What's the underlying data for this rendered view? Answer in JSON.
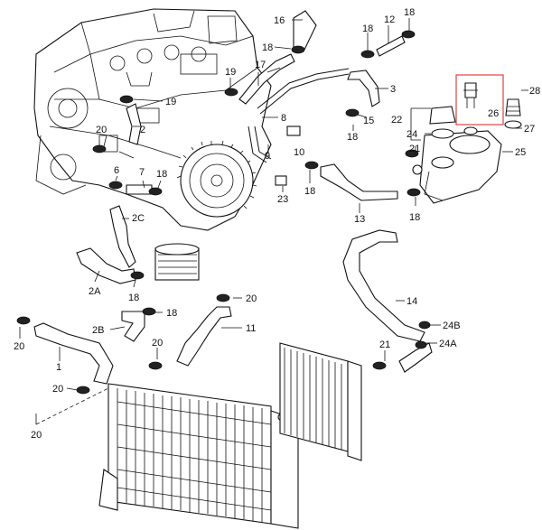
{
  "diagram": {
    "callouts": [
      {
        "id": "c1",
        "text": "16"
      },
      {
        "id": "c2",
        "text": "18"
      },
      {
        "id": "c3",
        "text": "18"
      },
      {
        "id": "c4",
        "text": "12"
      },
      {
        "id": "c5",
        "text": "18"
      },
      {
        "id": "c6",
        "text": "19"
      },
      {
        "id": "c7",
        "text": "17"
      },
      {
        "id": "c8",
        "text": "19"
      },
      {
        "id": "c9",
        "text": "3"
      },
      {
        "id": "c10",
        "text": "8"
      },
      {
        "id": "c11",
        "text": "15"
      },
      {
        "id": "c12",
        "text": "18"
      },
      {
        "id": "c13",
        "text": "20"
      },
      {
        "id": "c14",
        "text": "2"
      },
      {
        "id": "c15",
        "text": "10"
      },
      {
        "id": "c16",
        "text": "9"
      },
      {
        "id": "c17",
        "text": "7"
      },
      {
        "id": "c18",
        "text": "6"
      },
      {
        "id": "c19",
        "text": "18"
      },
      {
        "id": "c20",
        "text": "23"
      },
      {
        "id": "c21",
        "text": "18"
      },
      {
        "id": "c22",
        "text": "2C"
      },
      {
        "id": "c23",
        "text": "13"
      },
      {
        "id": "c24",
        "text": "2A"
      },
      {
        "id": "c25",
        "text": "18"
      },
      {
        "id": "c26",
        "text": "20"
      },
      {
        "id": "c27",
        "text": "2B"
      },
      {
        "id": "c28",
        "text": "18"
      },
      {
        "id": "c29",
        "text": "11"
      },
      {
        "id": "c30",
        "text": "20"
      },
      {
        "id": "c31",
        "text": "20"
      },
      {
        "id": "c32",
        "text": "1"
      },
      {
        "id": "c33",
        "text": "20"
      },
      {
        "id": "c34",
        "text": "22"
      },
      {
        "id": "c35",
        "text": "24"
      },
      {
        "id": "c36",
        "text": "21"
      },
      {
        "id": "c37",
        "text": "18"
      },
      {
        "id": "c38",
        "text": "26"
      },
      {
        "id": "c39",
        "text": "28"
      },
      {
        "id": "c40",
        "text": "27"
      },
      {
        "id": "c41",
        "text": "25"
      },
      {
        "id": "c42",
        "text": "14"
      },
      {
        "id": "c43",
        "text": "24B"
      },
      {
        "id": "c44",
        "text": "24A"
      },
      {
        "id": "c45",
        "text": "21"
      },
      {
        "id": "c46",
        "text": "20"
      }
    ]
  },
  "colors": {
    "line": "#111111",
    "highlight": "#d44444",
    "background": "#ffffff"
  }
}
